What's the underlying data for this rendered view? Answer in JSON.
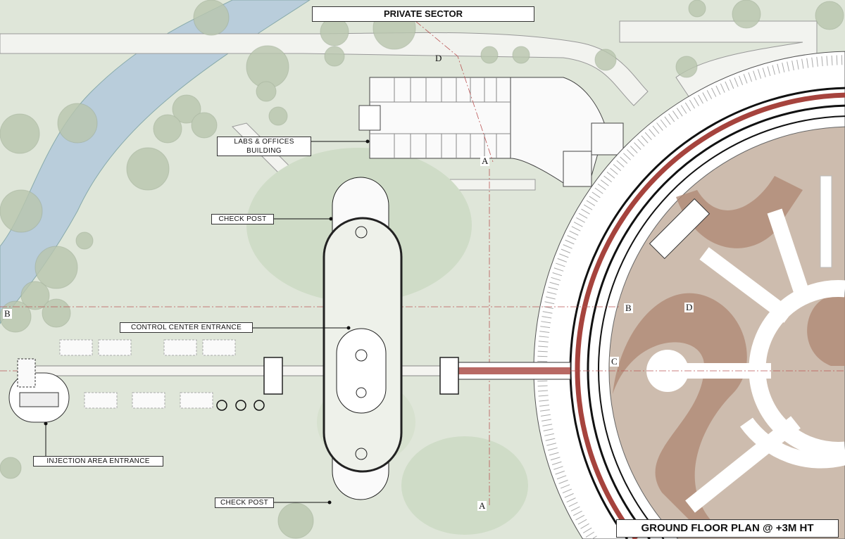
{
  "drawing": {
    "title": "GROUND FLOOR PLAN @ +3M HT",
    "sector_label": "PRIVATE SECTOR",
    "labels": {
      "labs_offices": "LABS & OFFICES BUILDING",
      "check_post_top": "CHECK POST",
      "control_center": "CONTROL CENTER ENTRANCE",
      "injection_area": "INJECTION AREA ENTRANCE",
      "check_post_bottom": "CHECK POST"
    },
    "section_marks": {
      "a_top": "A",
      "a_bottom": "A",
      "b_left": "B",
      "b_right": "B",
      "c": "C",
      "d_top": "D",
      "d_right": "D"
    },
    "colors": {
      "ground": "#dfe6d9",
      "water": "#b9cddb",
      "tree": "#b9c6ae",
      "road": "#f2f3ef",
      "ring_red": "#a6433d",
      "tan_light": "#cdbcae",
      "tan_dark": "#b08a76"
    }
  }
}
